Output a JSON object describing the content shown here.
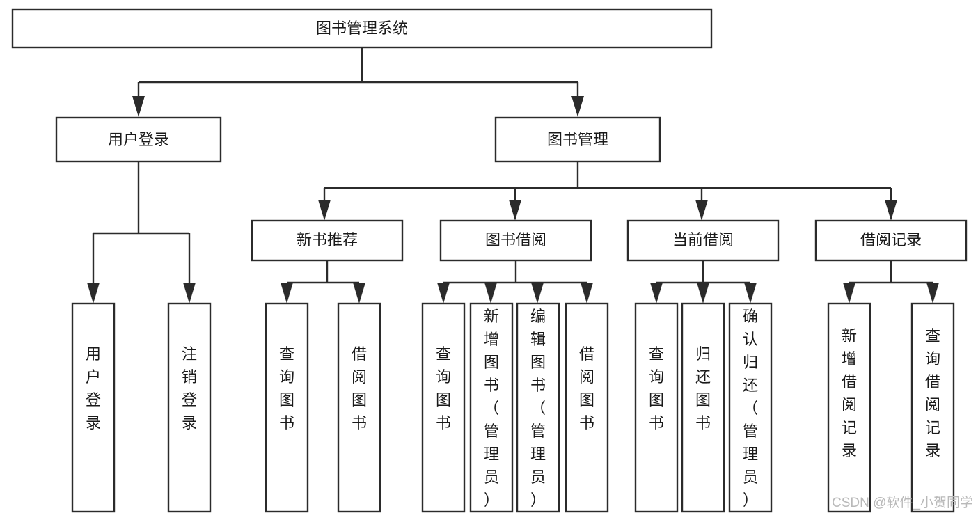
{
  "diagram": {
    "title": "图书管理系统",
    "type": "tree-hierarchy-chart",
    "watermark": "CSDN @软件_小贺同学",
    "levels": {
      "root": "图书管理系统",
      "level2": [
        "用户登录",
        "图书管理"
      ],
      "level3": [
        "新书推荐",
        "图书借阅",
        "当前借阅",
        "借阅记录"
      ]
    },
    "nodes": {
      "root": {
        "label": "图书管理系统"
      },
      "user_login": {
        "label": "用户登录"
      },
      "book_manage": {
        "label": "图书管理"
      },
      "new_book_rec": {
        "label": "新书推荐"
      },
      "book_borrow": {
        "label": "图书借阅"
      },
      "current_borrow": {
        "label": "当前借阅"
      },
      "borrow_record": {
        "label": "借阅记录"
      },
      "leaf_user_login": {
        "label": "用户登录"
      },
      "leaf_logout": {
        "label": "注销登录"
      },
      "leaf_query_book_1": {
        "label": "查询图书"
      },
      "leaf_borrow_book_1": {
        "label": "借阅图书"
      },
      "leaf_query_book_2": {
        "label": "查询图书"
      },
      "leaf_add_book": {
        "label": "新增图书（管理员）"
      },
      "leaf_edit_book": {
        "label": "编辑图书（管理员）"
      },
      "leaf_borrow_book_2": {
        "label": "借阅图书"
      },
      "leaf_query_book_3": {
        "label": "查询图书"
      },
      "leaf_return_book": {
        "label": "归还图书"
      },
      "leaf_confirm_return": {
        "label": "确认归还（管理员）"
      },
      "leaf_add_record": {
        "label": "新增借阅记录"
      },
      "leaf_query_record": {
        "label": "查询借阅记录"
      }
    },
    "colors": {
      "stroke": "#2b2b2b",
      "fill": "#ffffff",
      "text": "#1a1a1a",
      "watermark": "#b9b9b9"
    }
  }
}
